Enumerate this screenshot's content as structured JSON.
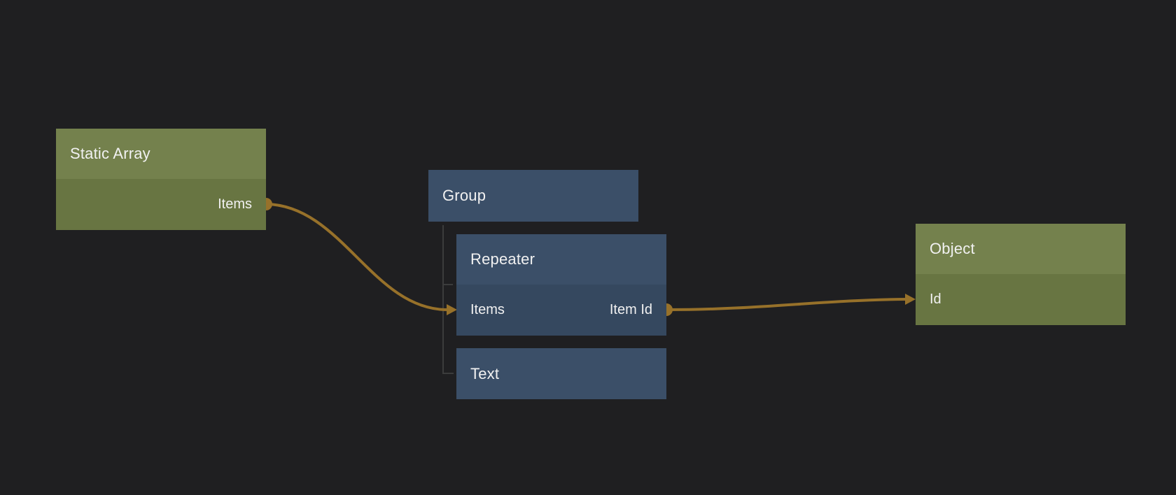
{
  "canvas": {
    "background_color": "#1f1f21"
  },
  "palette": {
    "green_node_header": "#74814d",
    "green_node_body": "#687542",
    "blue_node_header": "#3b4f68",
    "blue_node_body": "#35485f",
    "wire_color": "#97712a",
    "tree_line_color": "#3b3c3c",
    "text_color": "#f1f1f1"
  },
  "nodes": [
    {
      "id": "static-array",
      "title": "Static Array",
      "color": "green",
      "ports": [
        {
          "name": "Items",
          "direction": "output"
        }
      ]
    },
    {
      "id": "group",
      "title": "Group",
      "color": "blue",
      "ports": []
    },
    {
      "id": "repeater",
      "title": "Repeater",
      "color": "blue",
      "ports": [
        {
          "name": "Items",
          "direction": "input"
        },
        {
          "name": "Item Id",
          "direction": "output"
        }
      ]
    },
    {
      "id": "text",
      "title": "Text",
      "color": "blue",
      "ports": []
    },
    {
      "id": "object",
      "title": "Object",
      "color": "green",
      "ports": [
        {
          "name": "Id",
          "direction": "input"
        }
      ]
    }
  ],
  "connections": [
    {
      "from_node": "Static Array",
      "from_port": "Items",
      "to_node": "Repeater",
      "to_port": "Items"
    },
    {
      "from_node": "Repeater",
      "from_port": "Item Id",
      "to_node": "Object",
      "to_port": "Id"
    }
  ],
  "hierarchy": [
    {
      "parent": "Group",
      "children": [
        "Repeater",
        "Text"
      ]
    }
  ]
}
